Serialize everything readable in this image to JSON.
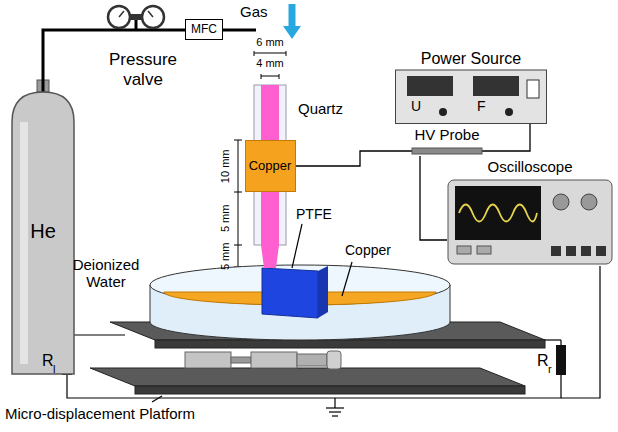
{
  "diagram": {
    "nodes": [
      {
        "text": [
          "He"
        ]
      },
      {
        "text": [
          "Pressure valve"
        ]
      },
      {
        "text": [
          "MFC"
        ]
      },
      {
        "text": [
          "Copper"
        ]
      },
      {
        "text": [
          "Power Source",
          "U",
          "F"
        ]
      },
      {
        "text": [
          "HV Probe"
        ]
      },
      {
        "text": [
          "Oscilloscope"
        ]
      }
    ],
    "edges": [
      {
        "from": 0,
        "to": 1,
        "arrow": "none"
      },
      {
        "from": 1,
        "to": 2,
        "arrow": "none"
      },
      {
        "from": 3,
        "to": 5,
        "arrow": "none"
      },
      {
        "from": 5,
        "to": 4,
        "arrow": "none"
      },
      {
        "from": 5,
        "to": 6,
        "arrow": "none"
      }
    ],
    "labels": [
      "Gas",
      "6 mm",
      "4 mm",
      "Quartz",
      "10 mm",
      "5 mm",
      "5 mm",
      "PTFE",
      "Copper",
      "Deionized Water",
      "R",
      "l",
      "R",
      "r",
      "Micro-displacement Platform"
    ]
  }
}
